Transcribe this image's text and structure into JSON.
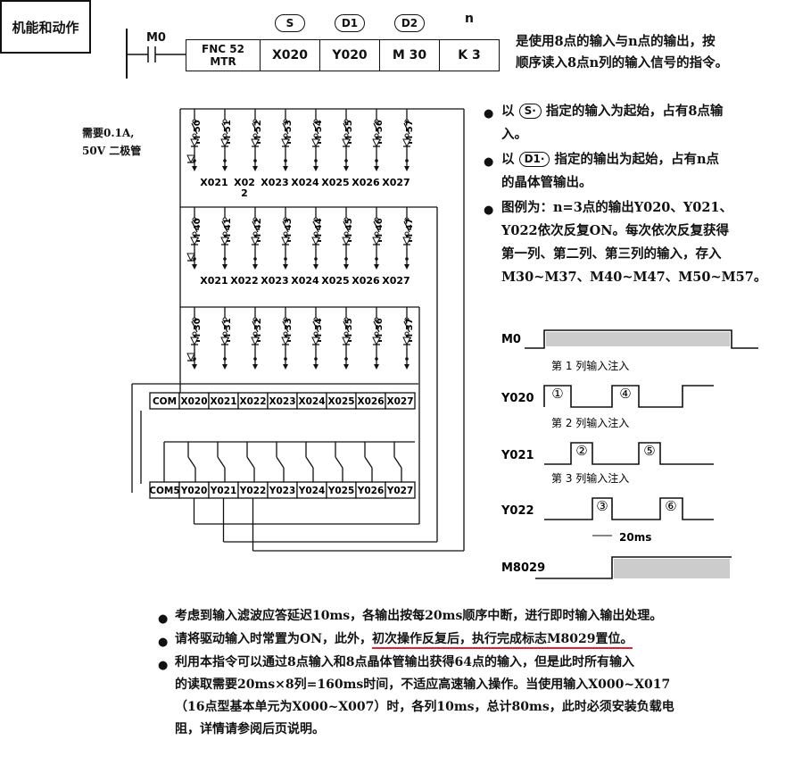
{
  "function_label": "机能和动作",
  "instruction": {
    "contact": "M0",
    "fnc_code": "FNC 52",
    "fnc_name": "MTR",
    "operands": [
      {
        "label": "S",
        "value": "X020"
      },
      {
        "label": "D1",
        "value": "Y020"
      },
      {
        "label": "D2",
        "value": "M 30"
      },
      {
        "label": "n",
        "value": "K  3"
      }
    ],
    "description_line1": "是使用8点的输入与n点的输出，按",
    "description_line2": "顺序读入8点n列的输入信号的指令。"
  },
  "right_bullets": {
    "b1_pre": "以",
    "b1_op": "S·",
    "b1_post": "指定的输入为起始，占有8点输",
    "b1_line2": "入。",
    "b2_pre": "以",
    "b2_op": "D1·",
    "b2_post": "指定的输出为起始，占有n点",
    "b2_line2": "的晶体管输出。",
    "b3_line1": "图例为：n=3点的输出Y020、Y021、",
    "b3_line2": "Y022依次反复ON。每次依次反复获得",
    "b3_line3": "第一列、第二列、第三列的输入，存入",
    "b3_line4": "M30~M37、M40~M47、M50~M57。"
  },
  "diagram": {
    "diode_note_line1": "需要0.1A,",
    "diode_note_line2": "50V 二极管",
    "row1_contacts": [
      "M 50",
      "M 51",
      "M 52",
      "M 53",
      "M 54",
      "M 55",
      "M 56",
      "M 57"
    ],
    "row2_contacts": [
      "M 40",
      "M 41",
      "M 42",
      "M 43",
      "M 44",
      "M 45",
      "M 46",
      "M 47"
    ],
    "row3_contacts": [
      "M 30",
      "M 31",
      "M 32",
      "M 33",
      "M 34",
      "M 35",
      "M 36",
      "M 37"
    ],
    "row1_inputs": [
      "X021",
      "X02",
      "X023",
      "X024",
      "X025",
      "X026",
      "X027"
    ],
    "row1_inputs_extra": "2",
    "row2_inputs": [
      "X021",
      "X022",
      "X023",
      "X024",
      "X025",
      "X026",
      "X027"
    ],
    "input_terminals": [
      "COM",
      "X020",
      "X021",
      "X022",
      "X023",
      "X024",
      "X025",
      "X026",
      "X027"
    ],
    "output_terminals": [
      "COM5",
      "Y020",
      "Y021",
      "Y022",
      "Y023",
      "Y024",
      "Y025",
      "Y026",
      "Y027"
    ]
  },
  "timing": {
    "signals": [
      "M0",
      "Y020",
      "Y021",
      "Y022",
      "M8029"
    ],
    "col1": "第 1 列输入注入",
    "col2": "第 2 列输入注入",
    "col3": "第 3 列输入注入",
    "marks": [
      "①",
      "②",
      "③",
      "④",
      "⑤",
      "⑥"
    ],
    "interval": "20ms"
  },
  "bottom_notes": {
    "n1": "考虑到输入滤波应答延迟10ms，各输出按每20ms顺序中断，进行即时输入输出处理。",
    "n2_pre": "请将驱动输入时常置为ON，此外，",
    "n2_underlined": "初次操作反复后，执行完成标志M8029置位。",
    "n3_line1": "利用本指令可以通过8点输入和8点晶体管输出获得64点的输入，但是此时所有输入",
    "n3_line2": "的读取需要20ms×8列=160ms时间，不适应高速输入操作。当使用输入X000~X017",
    "n3_line3": "（16点型基本单元为X000~X007）时，各列10ms，总计80ms，此时必须安装负载电",
    "n3_line4": "阻，详情请参阅后页说明。"
  }
}
